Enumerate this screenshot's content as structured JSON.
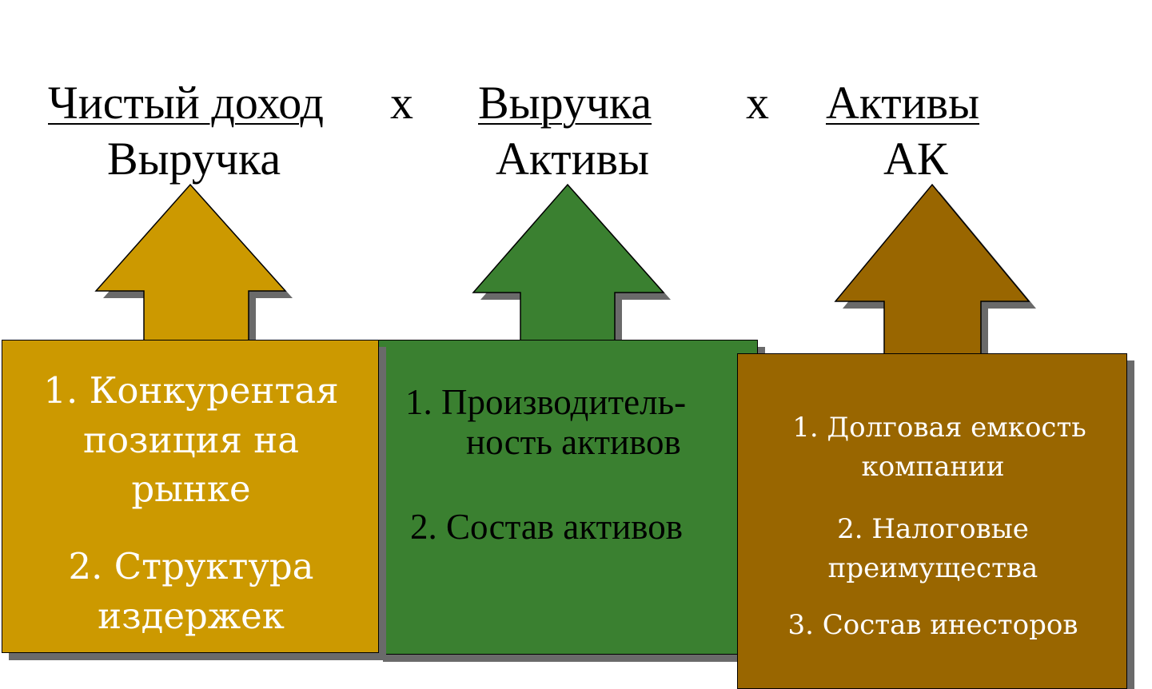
{
  "formula": {
    "term1": {
      "numerator": "Чистый доход",
      "denominator": "Выручка"
    },
    "operator1": "х",
    "term2": {
      "numerator": "Выручка",
      "denominator": "Активы"
    },
    "operator2": "х",
    "term3": {
      "numerator": "Активы",
      "denominator": "АК"
    }
  },
  "boxes": [
    {
      "color": "#cc9900",
      "items": [
        "1. Конкурентая",
        "позиция на",
        "рынке",
        "2. Структура",
        "издержек"
      ]
    },
    {
      "color": "#3a8030",
      "items": [
        "1. Производитель-",
        "ность активов",
        "2. Состав активов"
      ]
    },
    {
      "color": "#996600",
      "items": [
        "1. Долговая емкость",
        "компании",
        "2. Налоговые",
        "преимущества",
        "3. Состав инесторов"
      ]
    }
  ]
}
